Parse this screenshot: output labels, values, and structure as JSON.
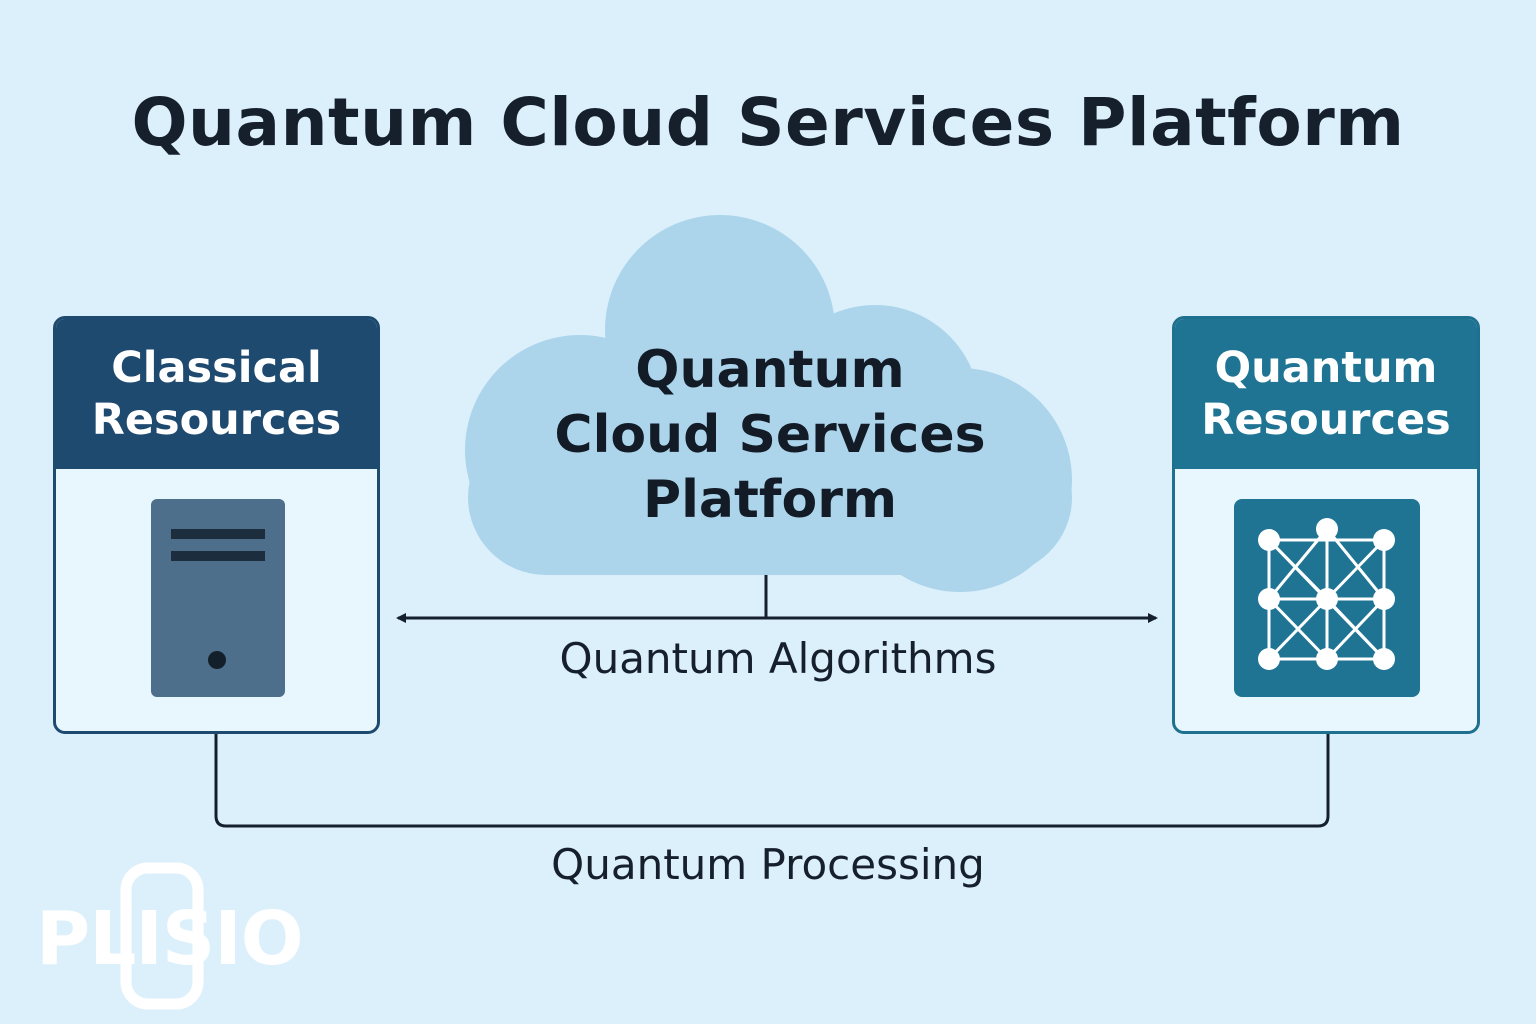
{
  "title": "Quantum Cloud Services Platform",
  "cloud": {
    "text": "Quantum\nCloud Services\nPlatform"
  },
  "classical_panel": {
    "header": "Classical\nResources",
    "icon": "server-icon"
  },
  "quantum_panel": {
    "header": "Quantum\nResources",
    "icon": "qubit-network-icon"
  },
  "connections": {
    "top_arrow_label": "Quantum Algorithms",
    "bottom_link_label": "Quantum Processing"
  },
  "logo": {
    "text": "PLISIO"
  },
  "colors": {
    "background": "#dcf0fb",
    "cloud": "#acd5ec",
    "classical_header": "#1f4a70",
    "quantum_header": "#1f7493",
    "server": "#4e6f8c",
    "line": "#16202c"
  }
}
